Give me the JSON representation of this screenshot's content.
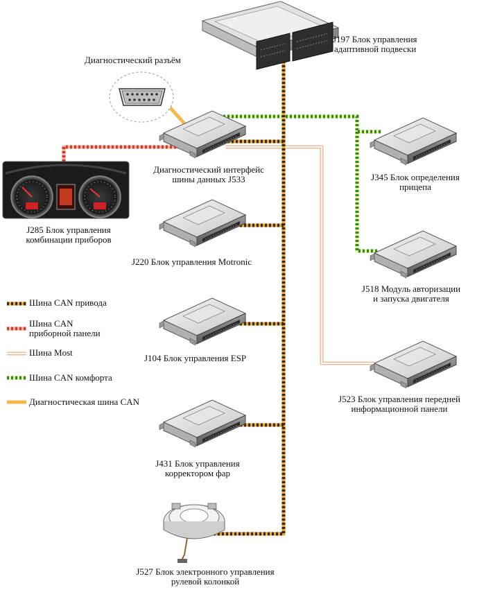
{
  "colors": {
    "can_drive_a": "#3a2a10",
    "can_drive_b": "#e8a83a",
    "can_dash_a": "#d23b2a",
    "can_dash_b": "#f2b4a4",
    "most": "#f5c6a8",
    "comfort_a": "#2f8a1a",
    "comfort_b": "#e6f0a0",
    "diag": "#f5b84a"
  },
  "labels": {
    "diag_connector": "Диагностический разъём",
    "j197_l1": "J197 Блок управления",
    "j197_l2": "адаптивной подвески",
    "j533_l1": "Диагностический интерфейс",
    "j533_l2": "шины данных J533",
    "j345_l1": "J345 Блок определения",
    "j345_l2": "прицепа",
    "j285_l1": "J285 Блок управления",
    "j285_l2": "комбинации приборов",
    "j220": "J220 Блок управления Motronic",
    "j518_l1": "J518 Модуль авторизации",
    "j518_l2": "и запуска двигателя",
    "j104": "J104 Блок управления ESP",
    "j523_l1": "J523 Блок управления передней",
    "j523_l2": "информационной панели",
    "j431_l1": "J431 Блок управления",
    "j431_l2": "корректором фар",
    "j527_l1": "J527 Блок электронного управления",
    "j527_l2": "рулевой колонкой"
  },
  "legend": {
    "can_drive": "Шина CAN привода",
    "can_dash_l1": "Шина CAN",
    "can_dash_l2": "приборной панели",
    "most": "Шина Most",
    "comfort": "Шина CAN комфорта",
    "diag": "Диагностическая шина CAN"
  }
}
